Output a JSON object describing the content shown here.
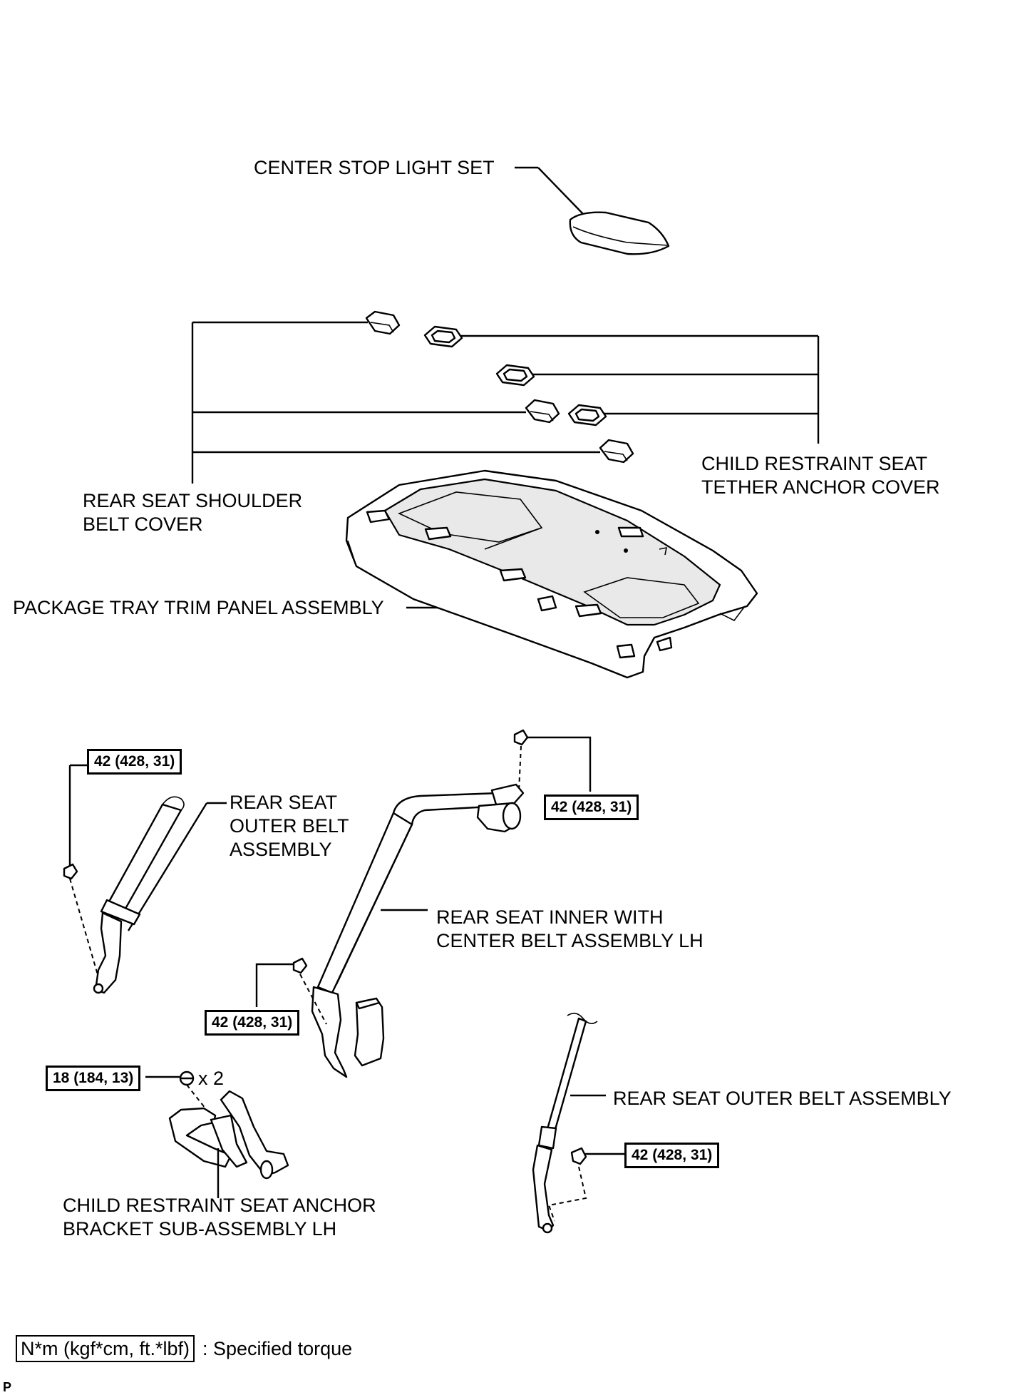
{
  "labels": {
    "center_stop_light": "CENTER STOP LIGHT SET",
    "child_tether_cover": [
      "CHILD RESTRAINT SEAT",
      "TETHER ANCHOR COVER"
    ],
    "shoulder_belt_cover": [
      "REAR SEAT SHOULDER",
      "BELT COVER"
    ],
    "package_tray": "PACKAGE TRAY TRIM PANEL ASSEMBLY",
    "outer_belt_left": [
      "REAR SEAT",
      "OUTER BELT",
      "ASSEMBLY"
    ],
    "inner_center_belt": [
      "REAR SEAT INNER WITH",
      "CENTER BELT ASSEMBLY LH"
    ],
    "outer_belt_right": "REAR SEAT OUTER BELT ASSEMBLY",
    "anchor_bracket": [
      "CHILD RESTRAINT SEAT ANCHOR",
      "BRACKET SUB-ASSEMBLY LH"
    ],
    "quantity_x2": "x 2"
  },
  "torques": {
    "outer_left": "42 (428, 31)",
    "inner_top": "42 (428, 31)",
    "inner_bottom": "42 (428, 31)",
    "bracket": "18 (184, 13)",
    "outer_right": "42 (428, 31)"
  },
  "legend": {
    "unit_box": "N*m (kgf*cm, ft.*lbf)",
    "description": ": Specified torque"
  },
  "footer_code": "P"
}
